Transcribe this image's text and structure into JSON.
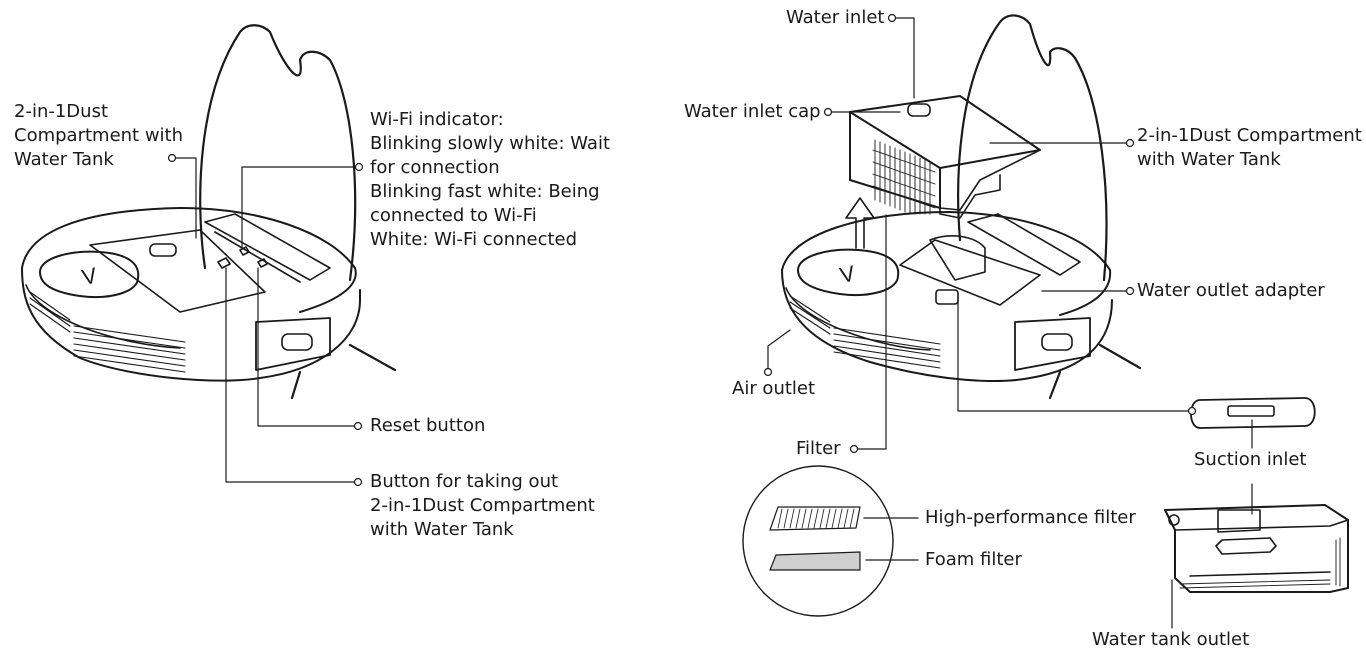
{
  "left_panel": {
    "compartment_label": [
      "2-in-1Dust",
      "Compartment with",
      "Water Tank"
    ],
    "wifi_label": [
      "Wi-Fi indicator:",
      "Blinking slowly white: Wait",
      "for connection",
      "Blinking fast white: Being",
      "connected to Wi-Fi",
      "White: Wi-Fi connected"
    ],
    "reset_label": "Reset button",
    "takeout_label": [
      "Button for taking out",
      "2-in-1Dust Compartment",
      "with Water Tank"
    ],
    "robot_logo": "V"
  },
  "right_panel": {
    "water_inlet": "Water inlet",
    "water_inlet_cap": "Water inlet cap",
    "compartment_label": [
      "2-in-1Dust Compartment",
      "with Water Tank"
    ],
    "water_outlet_adapter": "Water outlet adapter",
    "air_outlet": "Air outlet",
    "filter": "Filter",
    "suction_inlet": "Suction inlet",
    "high_perf_filter": "High-performance filter",
    "foam_filter": "Foam filter",
    "water_tank_outlet": "Water tank outlet",
    "robot_logo": "V"
  },
  "colors": {
    "line": "#1a1a1a",
    "fill": "#ffffff",
    "foam": "#cfcfcf"
  }
}
